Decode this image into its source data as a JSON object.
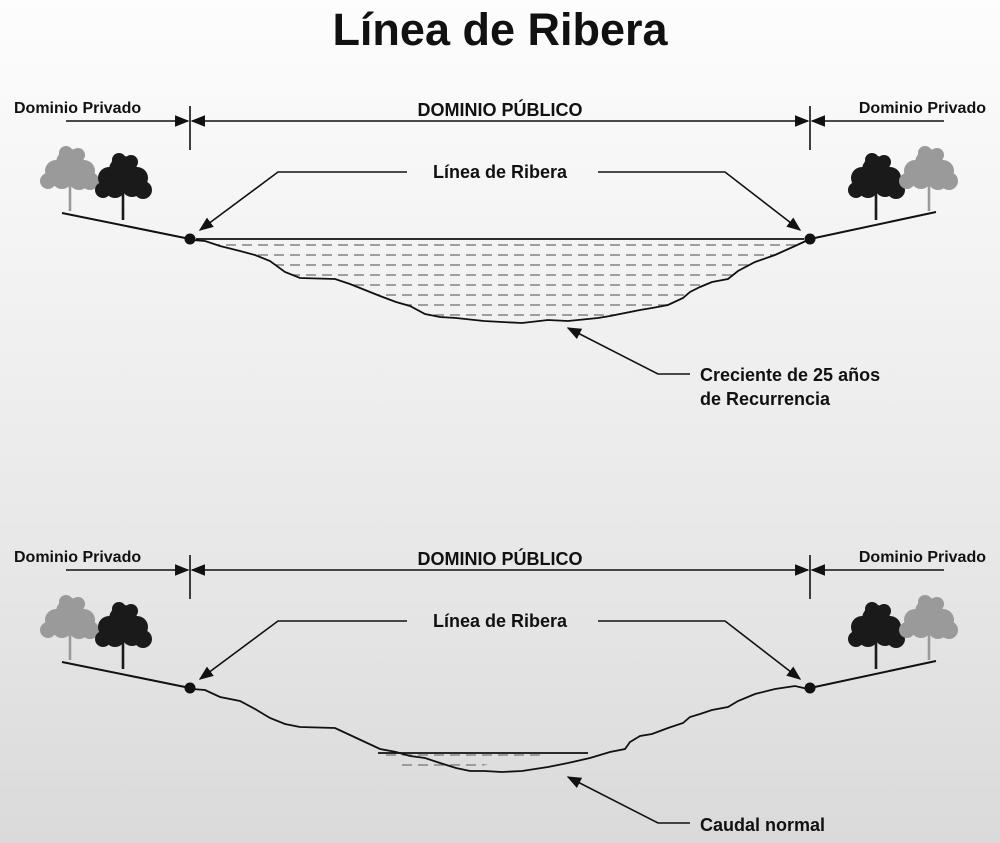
{
  "title": "Línea de Ribera",
  "colors": {
    "ink": "#111111",
    "water_dash": "#8a8a8a",
    "tree_dark": "#1a1a1a",
    "tree_light": "#9a9a9a",
    "bg_top": "#fdfdfd",
    "bg_bottom": "#dadada"
  },
  "panels": [
    {
      "id": "flood",
      "left_zone_label": "Dominio Privado",
      "center_zone_label": "DOMINIO PÚBLICO",
      "right_zone_label": "Dominio Privado",
      "bank_line_label": "Línea de Ribera",
      "water_label_lines": [
        "Creciente de 25 años",
        "de Recurrencia"
      ],
      "water_state": "full"
    },
    {
      "id": "normal",
      "left_zone_label": "Dominio Privado",
      "center_zone_label": "DOMINIO PÚBLICO",
      "right_zone_label": "Dominio Privado",
      "bank_line_label": "Línea de Ribera",
      "water_label_lines": [
        "Caudal normal"
      ],
      "water_state": "low"
    }
  ]
}
